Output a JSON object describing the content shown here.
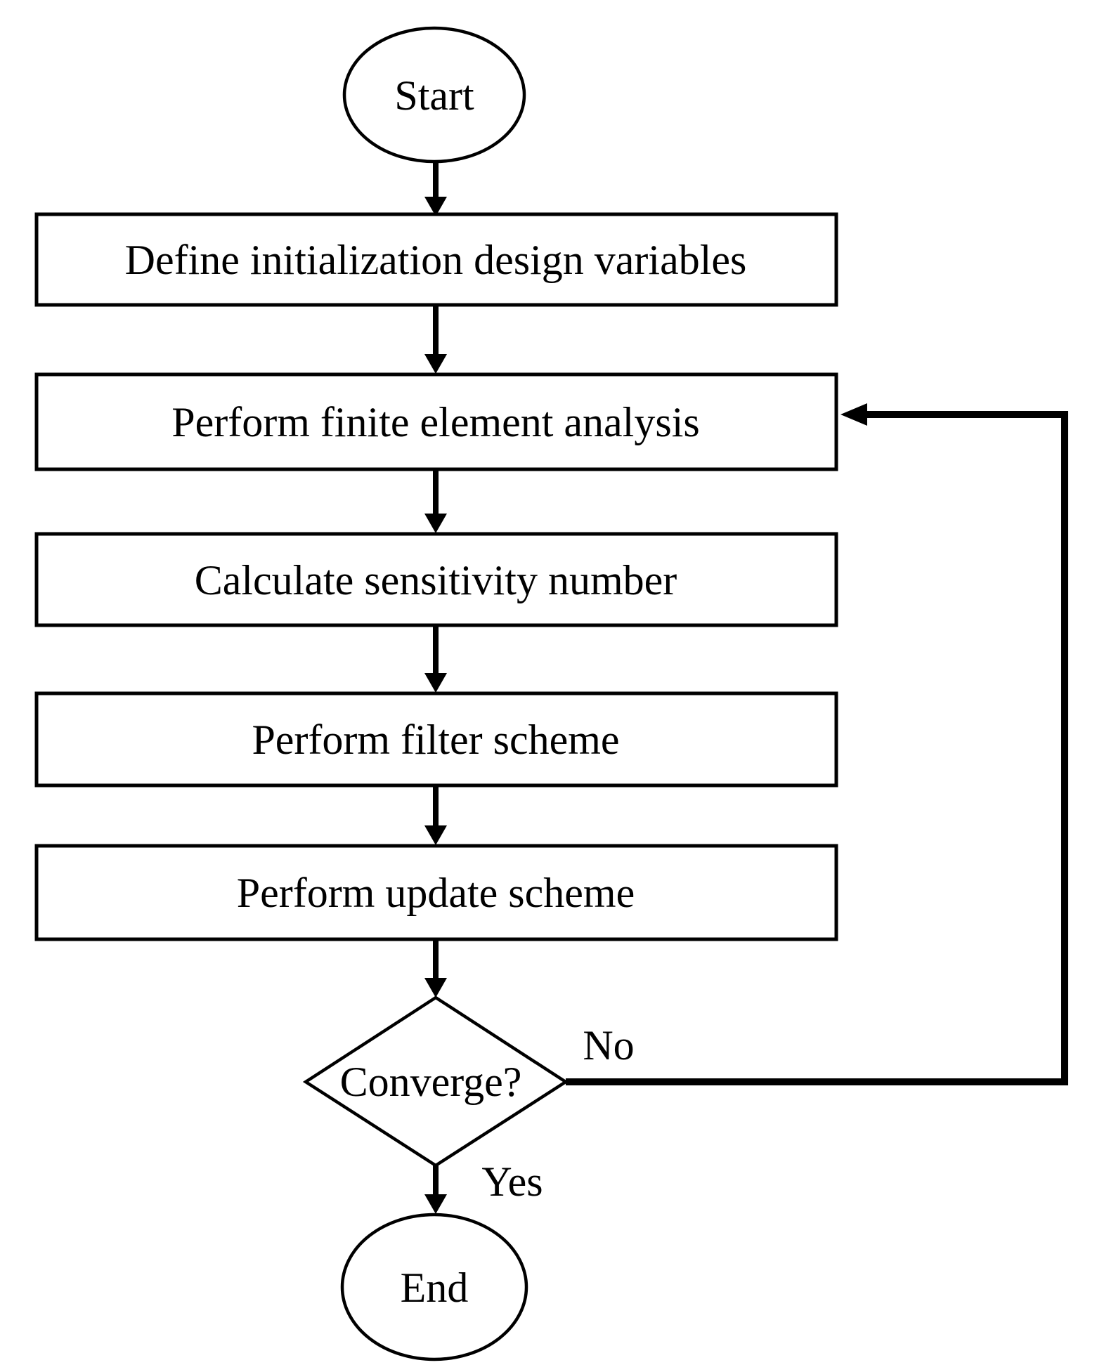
{
  "diagram": {
    "type": "flowchart",
    "colors": {
      "stroke": "#000000",
      "fill": "#ffffff",
      "background": "#ffffff"
    },
    "nodes": [
      {
        "id": "start",
        "type": "terminator",
        "label": "Start"
      },
      {
        "id": "init-vars",
        "type": "process",
        "label": "Define initialization design variables"
      },
      {
        "id": "fea",
        "type": "process",
        "label": "Perform finite element analysis"
      },
      {
        "id": "sensitivity",
        "type": "process",
        "label": "Calculate sensitivity number"
      },
      {
        "id": "filter",
        "type": "process",
        "label": "Perform filter scheme"
      },
      {
        "id": "update",
        "type": "process",
        "label": "Perform update scheme"
      },
      {
        "id": "converge",
        "type": "decision",
        "label": "Converge?"
      },
      {
        "id": "end",
        "type": "terminator",
        "label": "End"
      }
    ],
    "edges": [
      {
        "from": "start",
        "to": "init-vars",
        "label": ""
      },
      {
        "from": "init-vars",
        "to": "fea",
        "label": ""
      },
      {
        "from": "fea",
        "to": "sensitivity",
        "label": ""
      },
      {
        "from": "sensitivity",
        "to": "filter",
        "label": ""
      },
      {
        "from": "filter",
        "to": "update",
        "label": ""
      },
      {
        "from": "update",
        "to": "converge",
        "label": ""
      },
      {
        "from": "converge",
        "to": "fea",
        "label": "No"
      },
      {
        "from": "converge",
        "to": "end",
        "label": "Yes"
      }
    ],
    "edge_labels": {
      "no": "No",
      "yes": "Yes"
    }
  }
}
